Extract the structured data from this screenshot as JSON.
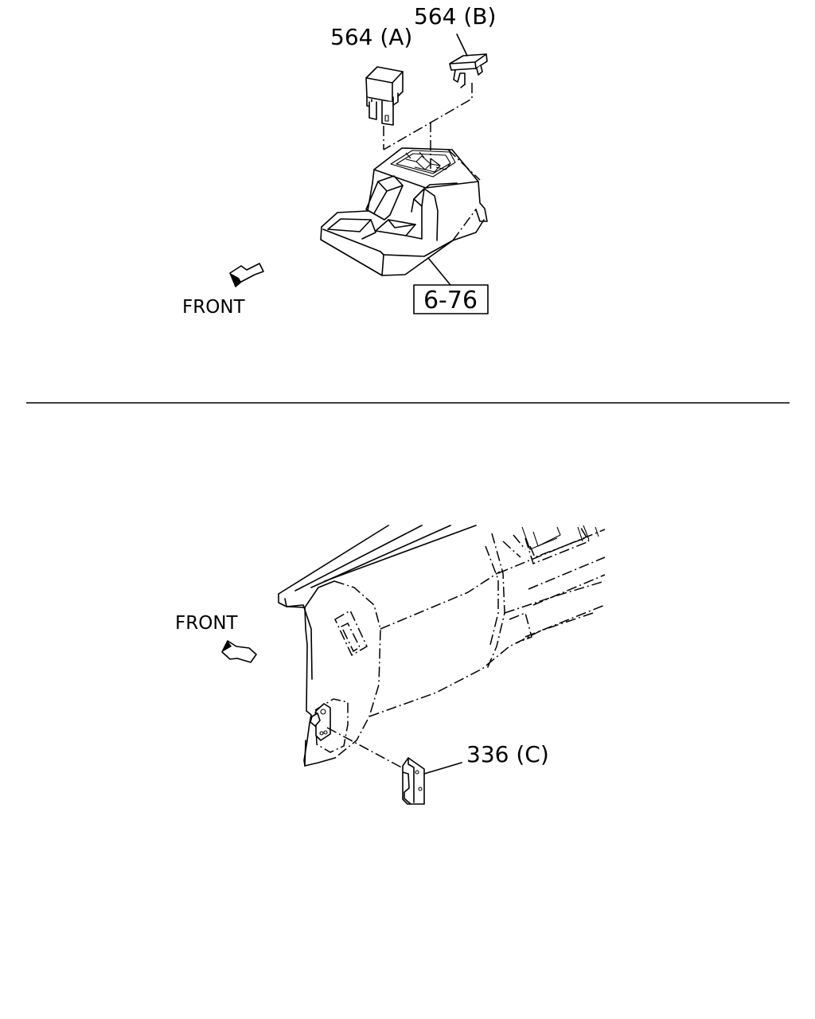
{
  "top_view": {
    "part_a_label": "564 (A)",
    "part_b_label": "564 (B)",
    "ref_box_label": "6-76",
    "front_label": "FRONT"
  },
  "bottom_view": {
    "front_label": "FRONT",
    "part_c_label": "336 (C)"
  },
  "colors": {
    "line": "#000000",
    "background": "#ffffff"
  }
}
